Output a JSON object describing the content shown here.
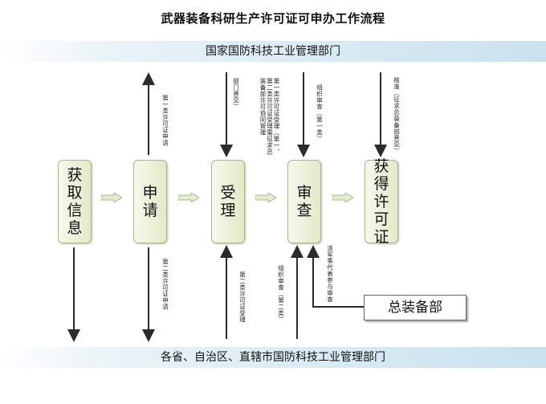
{
  "title": "武器装备科研生产许可证可申办工作流程",
  "top_band": "国家国防科技工业管理部门",
  "bottom_band": "各省、自治区、直辖市国防科技工业管理部门",
  "steps": [
    {
      "label": "获取信息"
    },
    {
      "label": "申请"
    },
    {
      "label": "受理"
    },
    {
      "label": "审查"
    },
    {
      "label": "获得许可证"
    }
  ],
  "annotations": {
    "apply_first_class": "第一类许可证申请",
    "apply_second_class": "第二类许可证申请",
    "dept_opinion": "部门意见）",
    "accept_first_class": "第一类许可证受理（第一、第二类许可证受理需征求总装备部许可协同管理",
    "accept_second_class": "第二类许可证受理",
    "review_first_class": "组织审查（第一类）",
    "review_second_class": "组织审查（第二类）",
    "dispatch_rep": "派军事代表参与审查",
    "approve": "核准（征求总装备部意见）"
  },
  "agency_box": "总装备部"
}
